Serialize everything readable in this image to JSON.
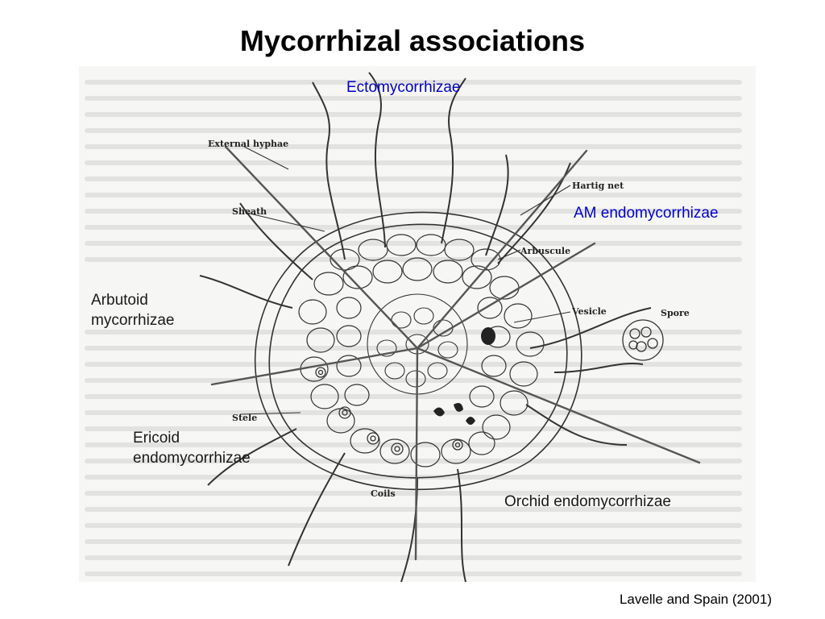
{
  "slide": {
    "title": "Mycorrhizal associations",
    "citation": "Lavelle and Spain (2001)"
  },
  "categories": {
    "ecto": "Ectomycorrhizae",
    "am": "AM endomycorrhizae",
    "arbutoid_line1": "Arbutoid",
    "arbutoid_line2": "mycorrhizae",
    "ericoid_line1": "Ericoid",
    "ericoid_line2": "endomycorrhizae",
    "orchid": "Orchid endomycorrhizae"
  },
  "figure_labels": {
    "external_hyphae": "External hyphae",
    "hartig_net": "Hartig net",
    "sheath": "Sheath",
    "arbuscule": "Arbuscule",
    "vesicle": "Vesicle",
    "spore": "Spore",
    "stele": "Stele",
    "coils": "Coils"
  },
  "colors": {
    "category_label": "#0000cc",
    "line_drawing": "#333333"
  }
}
